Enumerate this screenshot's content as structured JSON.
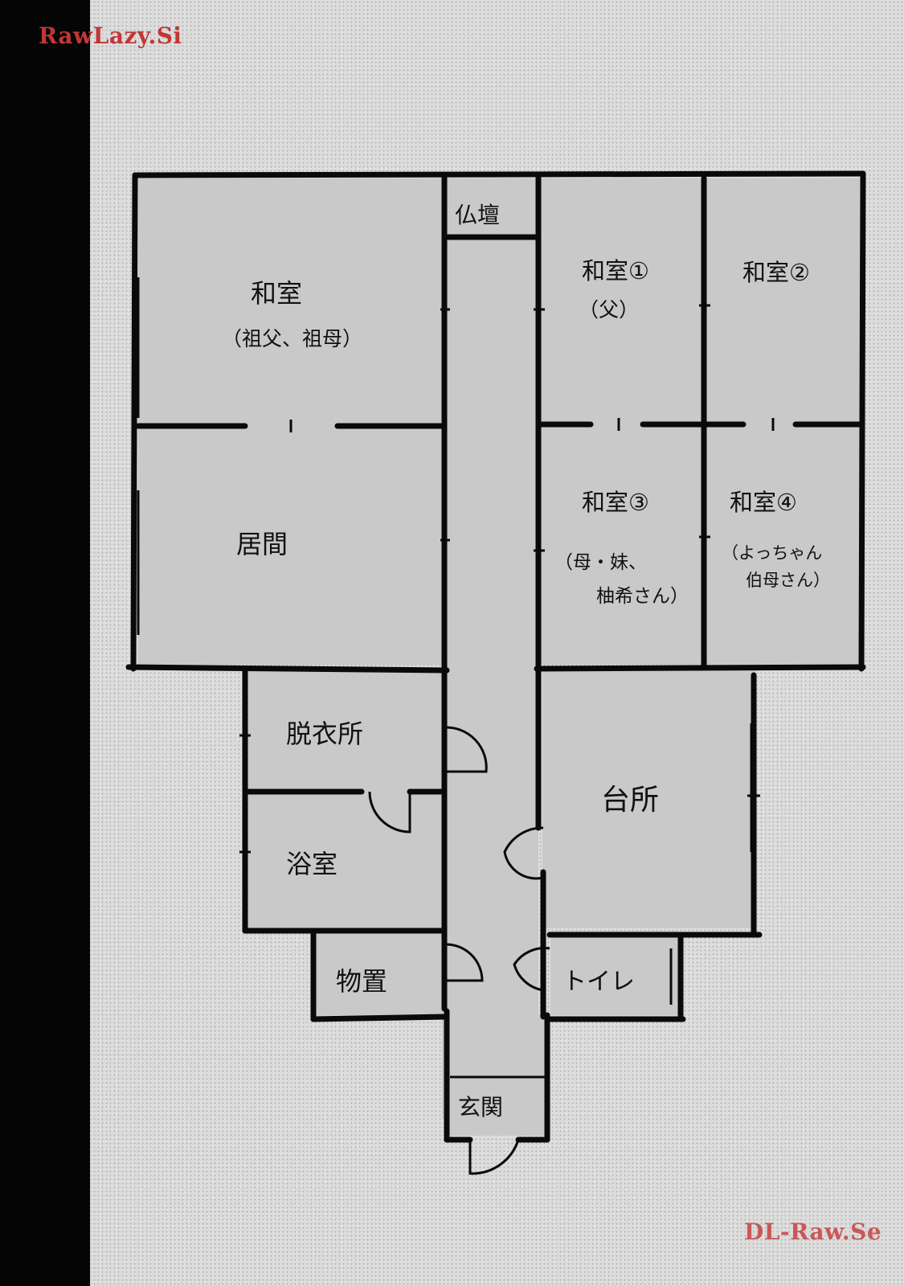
{
  "watermarks": {
    "top_left": "RawLazy.Si",
    "bottom_right": "DL-Raw.Se"
  },
  "floor_plan": {
    "rooms": {
      "washitsu_grandparents": {
        "label": "和室",
        "sub": "（祖父、祖母）"
      },
      "butsudan": {
        "label": "仏壇"
      },
      "washitsu_1": {
        "label": "和室①",
        "sub": "（父）"
      },
      "washitsu_2": {
        "label": "和室②"
      },
      "ima": {
        "label": "居間"
      },
      "washitsu_3": {
        "label": "和室③",
        "sub_line1": "（母・妹、",
        "sub_line2": "柚希さん）"
      },
      "washitsu_4": {
        "label": "和室④",
        "sub_line1": "（よっちゃん",
        "sub_line2": "伯母さん）"
      },
      "datsuijo": {
        "label": "脱衣所"
      },
      "daidokoro": {
        "label": "台所"
      },
      "yokushitsu": {
        "label": "浴室"
      },
      "monooki": {
        "label": "物置"
      },
      "toilet": {
        "label": "トイレ"
      },
      "genkan": {
        "label": "玄関"
      }
    },
    "colors": {
      "room_fill": "#c9c9c9",
      "wall": "#0a0a0a"
    }
  }
}
